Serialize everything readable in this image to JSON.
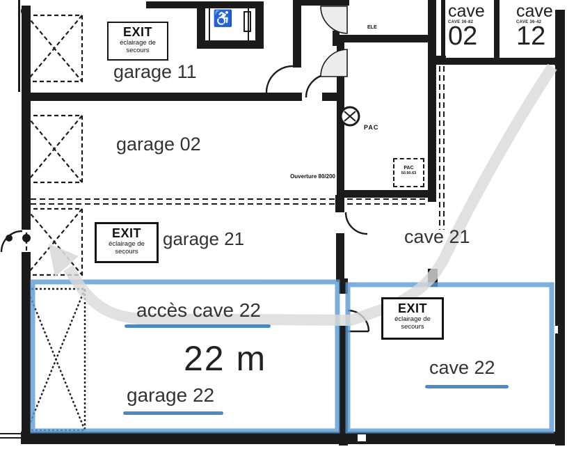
{
  "labels": {
    "garage11": "garage 11",
    "garage02": "garage 02",
    "garage21": "garage 21",
    "garage22": "garage 22",
    "cave21": "cave 21",
    "cave22": "cave 22",
    "acces_cave22": "accès cave 22",
    "distance": "22 m",
    "ouverture": "Ouverture 80/200",
    "ele": "ELE",
    "pac": "PAC"
  },
  "cave_units": [
    {
      "word": "cave",
      "code": "CAVE 36-82",
      "number": "02"
    },
    {
      "word": "cave",
      "code": "CAVE 36-42",
      "number": "12"
    }
  ],
  "pac_box": {
    "line1": "PAC",
    "line2": "50.90.63"
  },
  "exit_sign": {
    "title": "EXIT",
    "line2": "éclairage de",
    "line3": "secours"
  },
  "icons": {
    "wheelchair": "♿"
  },
  "colors": {
    "wall": "#1b1b1b",
    "highlight_blue": "#5b9bd5",
    "underline_blue": "#2e74b5",
    "route_gray": "#d9d9d9"
  }
}
